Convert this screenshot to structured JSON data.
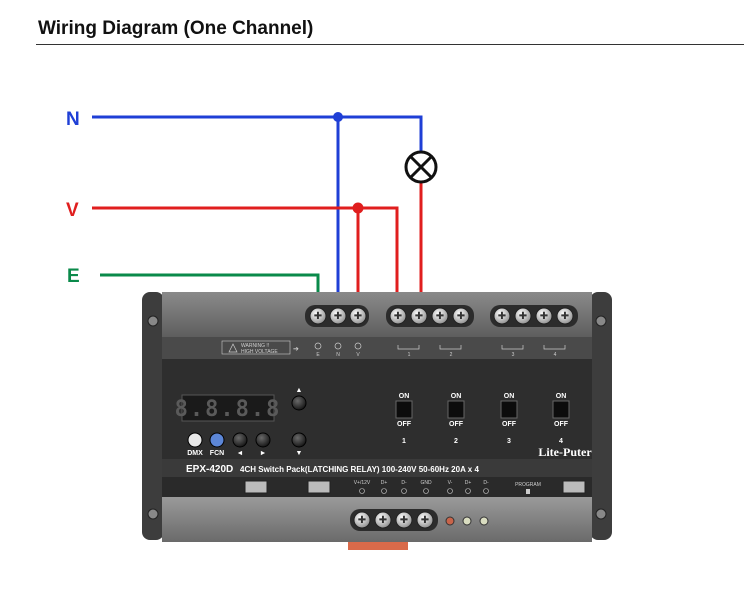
{
  "title": "Wiring Diagram (One Channel)",
  "wires": {
    "neutral": {
      "label": "N",
      "color": "#1f3fd6"
    },
    "live": {
      "label": "V",
      "color": "#e01e1e"
    },
    "earth": {
      "label": "E",
      "color": "#0a8a4a"
    }
  },
  "device": {
    "model": "EPX-420D",
    "description": "4CH Switch Pack(LATCHING RELAY) 100-240V 50-60Hz  20A x 4",
    "brand": "Lite-Puter",
    "warning_line1": "WARNING !!",
    "warning_line2": "HIGH VOLTAGE",
    "display": "8.8.8.8",
    "buttons": {
      "dmx": "DMX",
      "fcn": "FCN",
      "left": "◄",
      "right": "►",
      "up": "▲",
      "down": "▼"
    },
    "switch_on": "ON",
    "switch_off": "OFF",
    "channels": [
      "1",
      "2",
      "3",
      "4"
    ],
    "input_terminals": [
      "E",
      "N",
      "V"
    ],
    "bottom_labels": [
      "V+/12V",
      "D+",
      "D-",
      "GND",
      "V-",
      "D+",
      "D-"
    ],
    "program_label": "PROGRAM"
  }
}
